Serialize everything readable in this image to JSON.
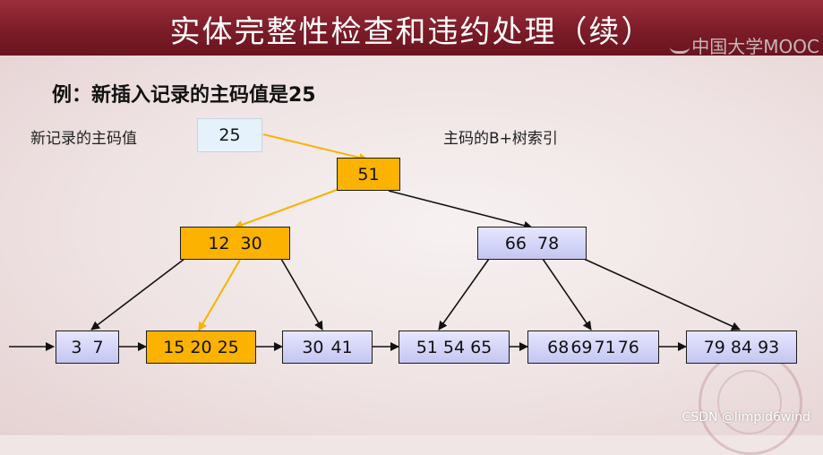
{
  "header": {
    "title": "实体完整性检查和违约处理（续）",
    "mooc": "中国大学MOOC"
  },
  "example": "例：新插入记录的主码值是25",
  "left_label": "新记录的主码值",
  "right_label": "主码的B+树索引",
  "new_key": "25",
  "tree": {
    "root": [
      "51"
    ],
    "internal_left": [
      "12",
      "30"
    ],
    "internal_right": [
      "66",
      "78"
    ],
    "leaves": [
      [
        "3",
        "7"
      ],
      [
        "15",
        "20",
        "25"
      ],
      [
        "30",
        "41"
      ],
      [
        "51",
        "54",
        "65"
      ],
      [
        "68",
        "69",
        "71",
        "76"
      ],
      [
        "79",
        "84",
        "93"
      ]
    ]
  },
  "highlight_color": "#fbb200",
  "node_color": "#c9cbf4",
  "watermark": "CSDN @limpid6wind"
}
